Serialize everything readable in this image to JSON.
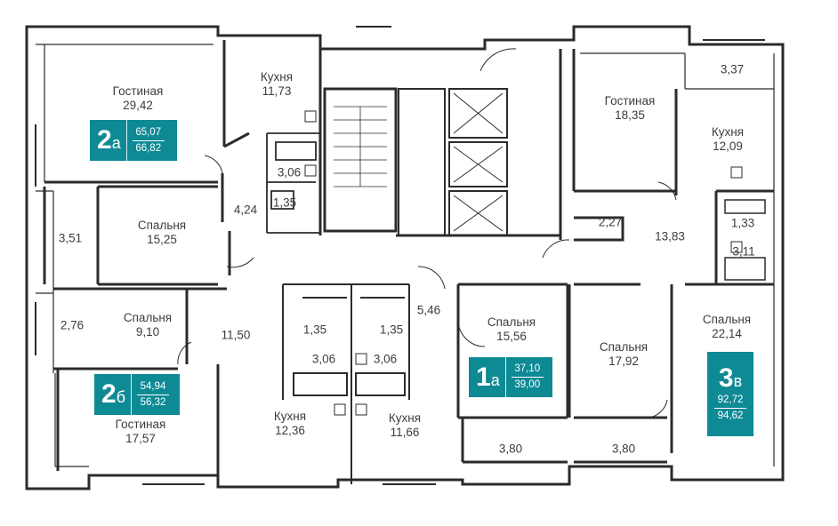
{
  "colors": {
    "wall": "#2b2b2b",
    "teal": "#0e8a95",
    "text": "#3d3d3d"
  },
  "apartments": [
    {
      "id": "apt-2a",
      "num": "2",
      "letter": "а",
      "area_total": "65,07",
      "area_full": "66,82"
    },
    {
      "id": "apt-2b",
      "num": "2",
      "letter": "б",
      "area_total": "54,94",
      "area_full": "56,32"
    },
    {
      "id": "apt-1a",
      "num": "1",
      "letter": "а",
      "area_total": "37,10",
      "area_full": "39,00"
    },
    {
      "id": "apt-3v",
      "num": "3",
      "letter": "в",
      "area_total": "92,72",
      "area_full": "94,62"
    }
  ],
  "rooms": [
    {
      "id": "r1",
      "name": "Гостиная",
      "area": "29,42"
    },
    {
      "id": "r2",
      "name": "Кухня",
      "area": "11,73"
    },
    {
      "id": "r3",
      "name": "Спальня",
      "area": "15,25"
    },
    {
      "id": "r4",
      "name": "Спальня",
      "area": "9,10"
    },
    {
      "id": "r5",
      "name": "Гостиная",
      "area": "17,57"
    },
    {
      "id": "r6",
      "name": "Кухня",
      "area": "12,36"
    },
    {
      "id": "r7",
      "name": "Кухня",
      "area": "11,66"
    },
    {
      "id": "r8",
      "name": "Спальня",
      "area": "15,56"
    },
    {
      "id": "r9",
      "name": "Гостиная",
      "area": "18,35"
    },
    {
      "id": "r10",
      "name": "Кухня",
      "area": "12,09"
    },
    {
      "id": "r11",
      "name": "Спальня",
      "area": "17,92"
    },
    {
      "id": "r12",
      "name": "Спальня",
      "area": "22,14"
    }
  ],
  "areas": [
    "3,51",
    "2,76",
    "3,06",
    "1,35",
    "4,24",
    "11,50",
    "1,35",
    "1,35",
    "3,06",
    "3,06",
    "5,46",
    "3,80",
    "3,80",
    "3,37",
    "2,27",
    "13,83",
    "1,33",
    "3,11"
  ]
}
